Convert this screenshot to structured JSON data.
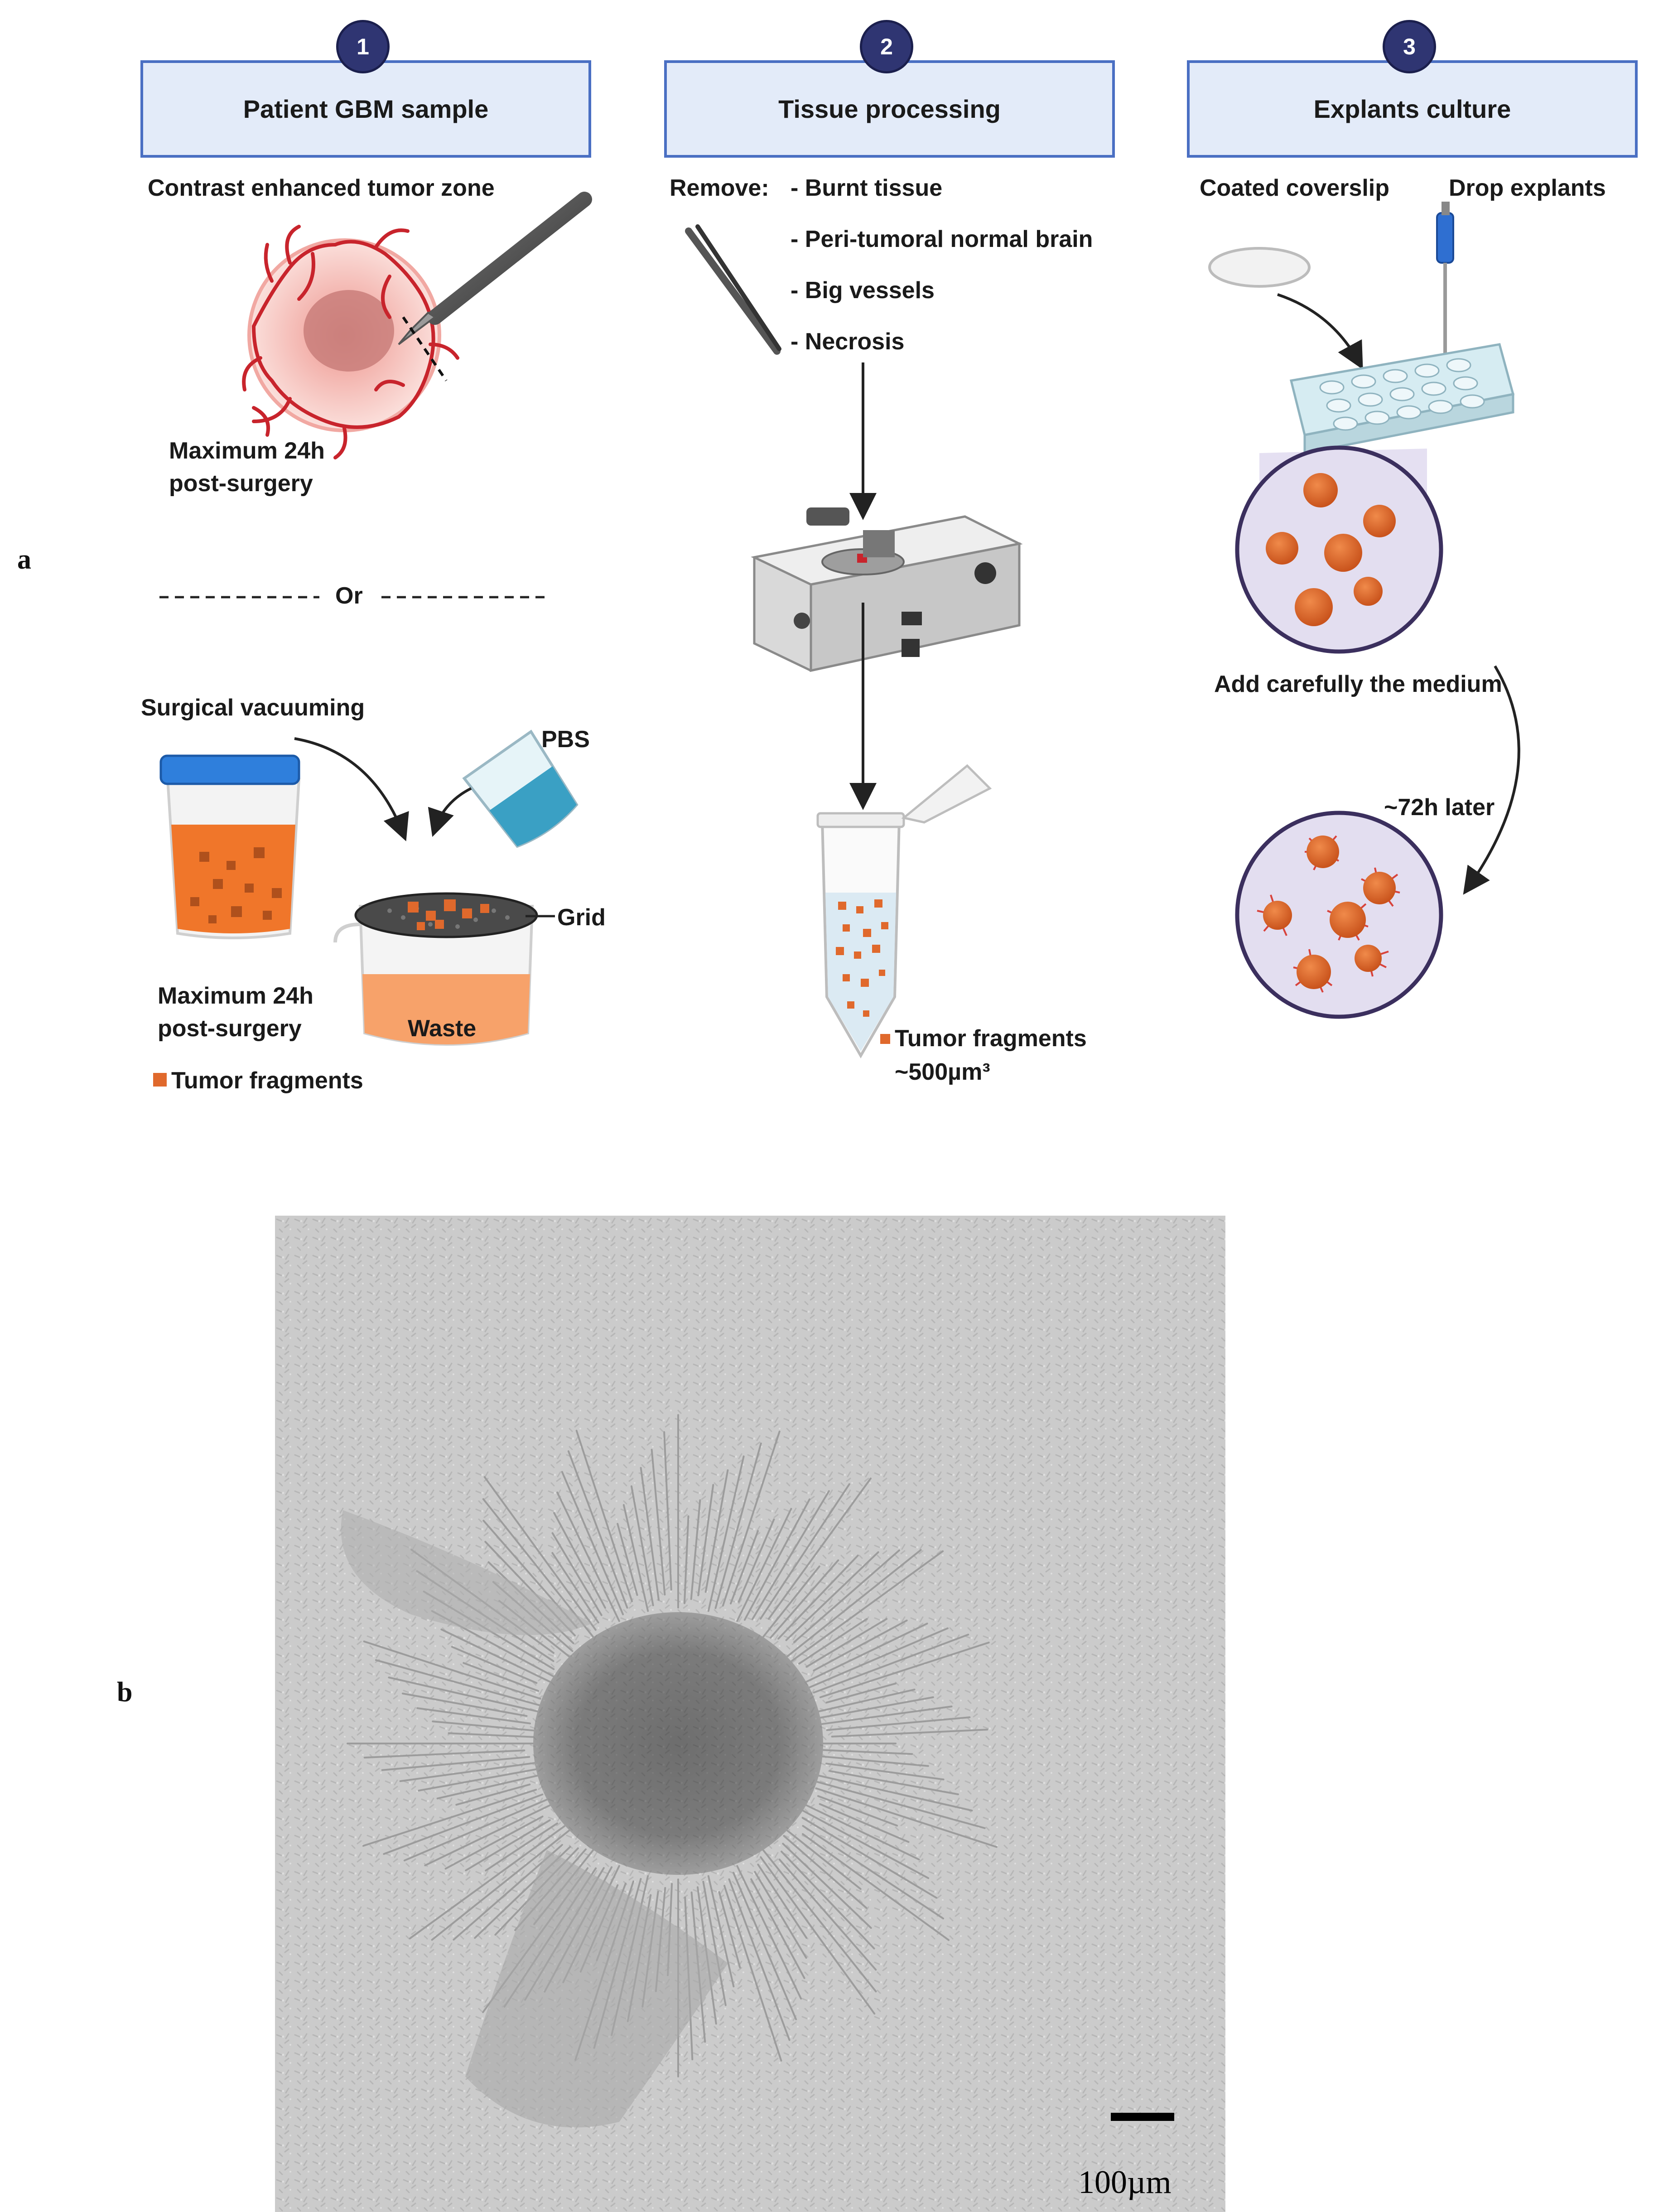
{
  "panel_labels": {
    "a": "a",
    "b": "b"
  },
  "steps": [
    {
      "number": "1",
      "title": "Patient GBM sample"
    },
    {
      "number": "2",
      "title": "Tissue processing"
    },
    {
      "number": "3",
      "title": "Explants culture"
    }
  ],
  "column1": {
    "top_label": "Contrast enhanced tumor zone",
    "time_limit_1": [
      "Maximum 24h",
      "post-surgery"
    ],
    "separator": "Or",
    "vacuum_label": "Surgical vacuuming",
    "pbs_label": "PBS",
    "grid_label": "Grid",
    "waste_label": "Waste",
    "time_limit_2": [
      "Maximum 24h",
      "post-surgery"
    ],
    "legend_fragments": "Tumor fragments"
  },
  "column2": {
    "remove_label": "Remove:",
    "remove_items": [
      "- Burnt tissue",
      "- Peri-tumoral normal brain",
      "- Big vessels",
      "- Necrosis"
    ],
    "fragments_label": "Tumor fragments",
    "fragments_size": "~500µm³"
  },
  "column3": {
    "coverslip_label": "Coated coverslip",
    "drop_label": "Drop explants",
    "medium_label": "Add carefully the medium",
    "later_label": "~72h later"
  },
  "micrograph": {
    "scale_bar_label": "100µm"
  },
  "colors": {
    "step_circle": "#2f3572",
    "step_box_fill": "#e3ebf9",
    "step_box_border": "#4a6fc3",
    "tumor_orange": "#e0692c",
    "vessel_red": "#c8242c",
    "culture_circle": "#e3def0"
  }
}
